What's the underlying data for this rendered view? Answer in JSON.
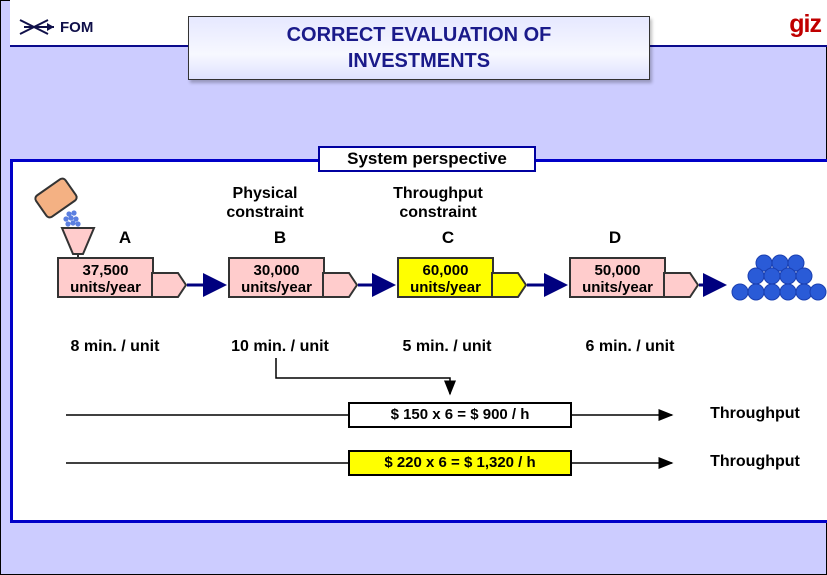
{
  "header": {
    "logo_left_text": "FOM",
    "logo_right_text": "giz",
    "title_line1": "CORRECT EVALUATION OF",
    "title_line2": "INVESTMENTS"
  },
  "panel": {
    "label": "System perspective"
  },
  "stations": [
    {
      "letter": "A",
      "capacity": "37,500",
      "unit": "units/year",
      "time": "8 min. / unit",
      "constraint_line1": "",
      "constraint_line2": ""
    },
    {
      "letter": "B",
      "capacity": "30,000",
      "unit": "units/year",
      "time": "10 min. / unit",
      "constraint_line1": "Physical",
      "constraint_line2": "constraint"
    },
    {
      "letter": "C",
      "capacity": "60,000",
      "unit": "units/year",
      "time": "5 min. / unit",
      "constraint_line1": "Throughput",
      "constraint_line2": "constraint"
    },
    {
      "letter": "D",
      "capacity": "50,000",
      "unit": "units/year",
      "time": "6 min. / unit",
      "constraint_line1": "",
      "constraint_line2": ""
    }
  ],
  "throughput_rows": [
    {
      "equation": "$ 150 x 6 = $ 900 / h",
      "label": "Throughput"
    },
    {
      "equation": "$ 220 x 6 = $ 1,320 / h",
      "label": "Throughput"
    }
  ],
  "colors": {
    "background": "#ccccff",
    "station_fill": "#ffcccc",
    "highlight": "#ffff00",
    "flow_arrow": "#00007f",
    "panel_border": "#0000c8",
    "title_text": "#1a1a8a",
    "giz_red": "#c00000",
    "product_blue": "#2a5bd7"
  }
}
